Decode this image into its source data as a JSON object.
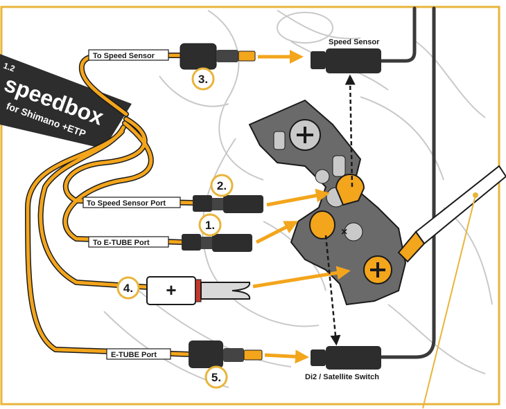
{
  "brand": {
    "version": "1.2",
    "name": "speedbox",
    "subtitle": "for Shimano +ETP"
  },
  "labels": {
    "to_speed_sensor": "To Speed Sensor",
    "to_speed_sensor_port": "To Speed Sensor Port",
    "to_etube_port": "To E-TUBE Port",
    "etube_port": "E-TUBE Port",
    "speed_sensor": "Speed Sensor",
    "di2_switch": "Di2 / Satellite Switch"
  },
  "steps": {
    "s1": "1.",
    "s2": "2.",
    "s3": "3.",
    "s4": "4.",
    "s5": "5."
  },
  "symbols": {
    "plus": "+",
    "cross": "×"
  },
  "colors": {
    "frame": "#e8b53a",
    "cable": "#f3a51c",
    "cable_outline": "#1a1a1a",
    "bracket": "#6a6a6a",
    "bike_line": "#c9c9c9",
    "accent_red": "#c0392b"
  },
  "icons": {
    "grounding_plus": "plus-icon",
    "screwdriver": "screwdriver-icon",
    "screw": "screw-icon"
  }
}
